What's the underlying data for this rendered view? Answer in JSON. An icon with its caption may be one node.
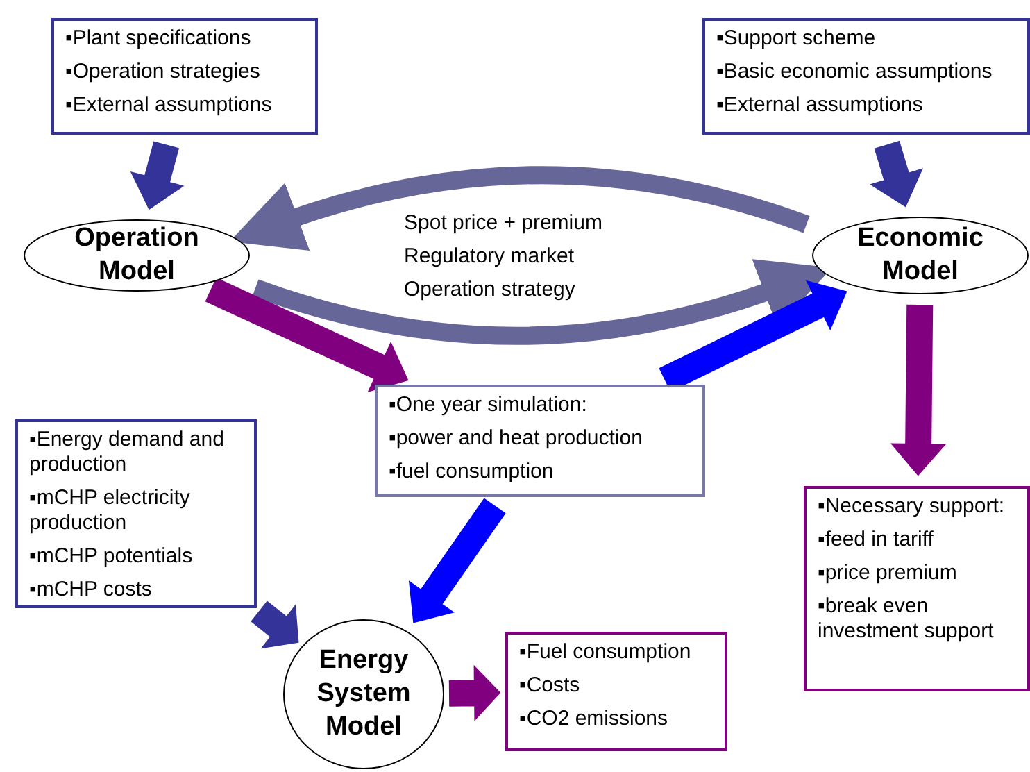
{
  "diagram": {
    "nodes": [
      {
        "text": [
          "▪Plant specifications",
          "▪Operation strategies",
          "▪External assumptions"
        ]
      },
      {
        "text": [
          "Operation Model"
        ]
      },
      {
        "text": [
          "▪Support scheme",
          "▪Basic economic assumptions",
          "▪External assumptions"
        ]
      },
      {
        "text": [
          "Economic Model"
        ]
      },
      {
        "text": [
          "▪One year simulation:",
          "▪power and heat production",
          "▪fuel consumption"
        ]
      },
      {
        "text": [
          "▪Energy demand and production",
          "▪mCHP electricity production",
          "▪mCHP potentials",
          "▪mCHP costs"
        ]
      },
      {
        "text": [
          "Energy System Model"
        ]
      },
      {
        "text": [
          "▪Fuel consumption",
          "▪Costs",
          "▪CO2 emissions"
        ]
      },
      {
        "text": [
          "▪Necessary support:",
          "▪feed in tariff",
          "▪price premium",
          "▪break even investment support"
        ]
      }
    ],
    "edges": [
      {
        "from": 0,
        "to": 1,
        "arrow": "to",
        "color": "#333399"
      },
      {
        "from": 3,
        "to": 1,
        "arrow": "to",
        "color": "#666699"
      },
      {
        "from": 1,
        "to": 3,
        "arrow": "to",
        "color": "#666699"
      },
      {
        "from": 2,
        "to": 3,
        "arrow": "to",
        "color": "#333399"
      },
      {
        "from": 1,
        "to": 4,
        "arrow": "to",
        "color": "#800080"
      },
      {
        "from": 4,
        "to": 3,
        "arrow": "to",
        "color": "#0000ff"
      },
      {
        "from": 3,
        "to": 8,
        "arrow": "to",
        "color": "#800080"
      },
      {
        "from": 4,
        "to": 6,
        "arrow": "to",
        "color": "#0000ff"
      },
      {
        "from": 5,
        "to": 6,
        "arrow": "to",
        "color": "#333399"
      },
      {
        "from": 6,
        "to": 7,
        "arrow": "to",
        "color": "#800080"
      }
    ],
    "labels": [
      "Spot price + premium",
      "Regulatory market",
      "Operation strategy"
    ]
  }
}
